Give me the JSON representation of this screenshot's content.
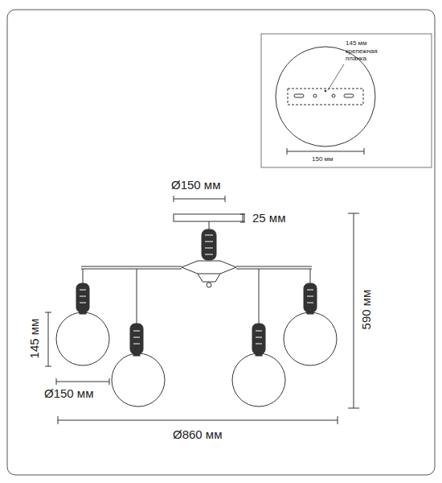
{
  "diagram": {
    "labels": [
      "145 мм",
      "крепежная планка",
      "150 мм",
      "Ø150 мм",
      "25 мм",
      "590 мм",
      "145 мм",
      "Ø150 мм",
      "Ø860 мм"
    ]
  }
}
